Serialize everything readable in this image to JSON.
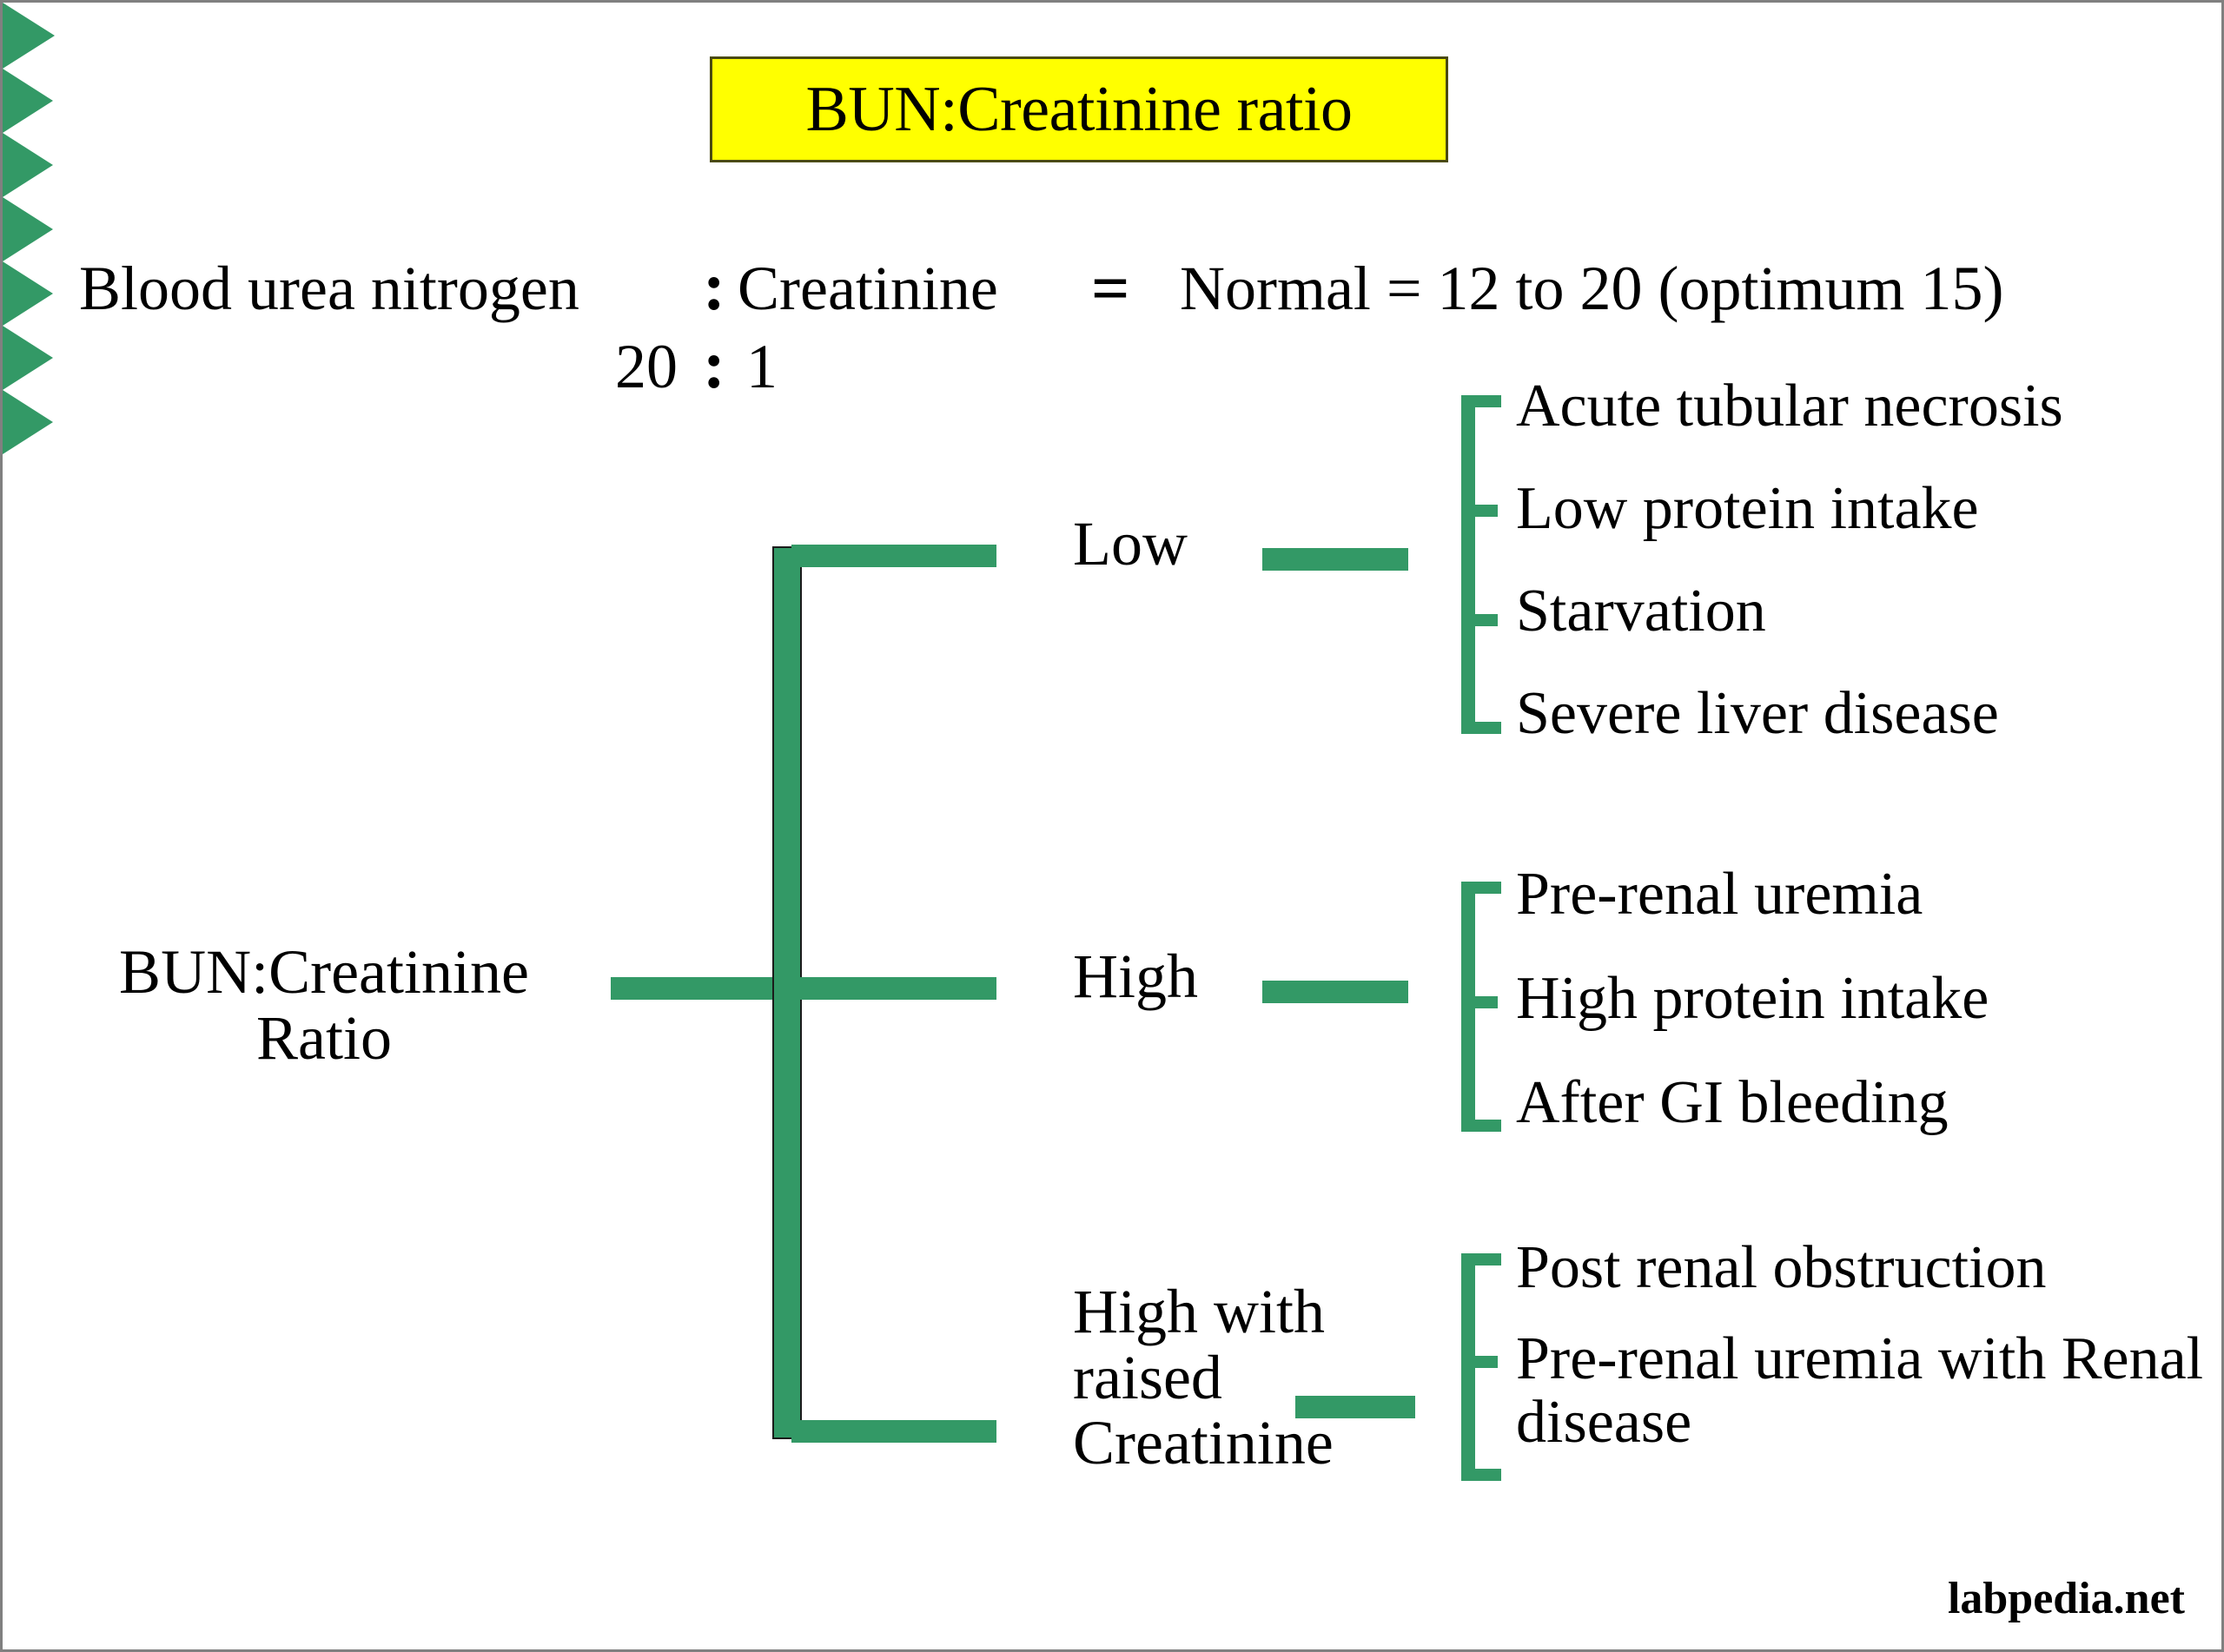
{
  "colors": {
    "arrow_green": "#339966",
    "title_bg": "#FFFF00",
    "text": "#000000",
    "canvas_border": "#808080"
  },
  "title": {
    "text": "BUN:Creatinine ratio"
  },
  "formula": {
    "numerator_label": "Blood urea nitrogen",
    "separator": ":",
    "denominator_label": "Creatinine",
    "equals": "=",
    "normal_range": "Normal = 12 to 20 (optimum 15)",
    "ratio_numerator": "20",
    "ratio_separator": ":",
    "ratio_denominator": "1"
  },
  "root": {
    "label_line1": "BUN:Creatinine",
    "label_line2": "Ratio"
  },
  "branches": [
    {
      "id": "low",
      "label": "Low",
      "outcomes": [
        "Acute tubular necrosis",
        "Low protein intake",
        "Starvation",
        "Severe liver disease"
      ]
    },
    {
      "id": "high",
      "label": "High",
      "outcomes": [
        "Pre-renal uremia",
        "High protein intake",
        "After GI bleeding"
      ]
    },
    {
      "id": "high-raised-creatinine",
      "label": "High with raised Creatinine",
      "outcomes": [
        "Post renal obstruction",
        "Pre-renal uremia with Renal disease"
      ]
    }
  ],
  "footer": {
    "watermark": "labpedia.net"
  }
}
